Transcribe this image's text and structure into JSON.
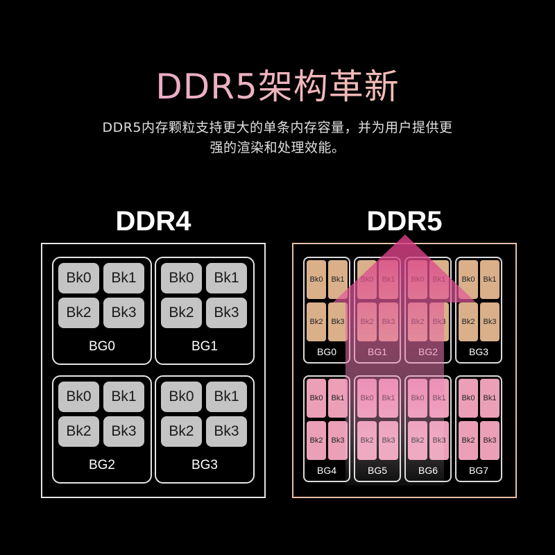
{
  "title": "DDR5架构革新",
  "subtitle_line1": "DDR5内存颗粒支持更大的单条内存容量，并为用户提供更",
  "subtitle_line2": "强的渲染和处理效能。",
  "ddr4": {
    "heading": "DDR4",
    "groups": [
      {
        "label": "BG0",
        "banks": [
          "Bk0",
          "Bk1",
          "Bk2",
          "Bk3"
        ]
      },
      {
        "label": "BG1",
        "banks": [
          "Bk0",
          "Bk1",
          "Bk2",
          "Bk3"
        ]
      },
      {
        "label": "BG2",
        "banks": [
          "Bk0",
          "Bk1",
          "Bk2",
          "Bk3"
        ]
      },
      {
        "label": "BG3",
        "banks": [
          "Bk0",
          "Bk1",
          "Bk2",
          "Bk3"
        ]
      }
    ]
  },
  "ddr5": {
    "heading": "DDR5",
    "groups": [
      {
        "label": "BG0",
        "banks": [
          "Bk0",
          "Bk1",
          "Bk2",
          "Bk3"
        ]
      },
      {
        "label": "BG1",
        "banks": [
          "Bk0",
          "Bk1",
          "Bk2",
          "Bk3"
        ]
      },
      {
        "label": "BG2",
        "banks": [
          "Bk0",
          "Bk1",
          "Bk2",
          "Bk3"
        ]
      },
      {
        "label": "BG3",
        "banks": [
          "Bk0",
          "Bk1",
          "Bk2",
          "Bk3"
        ]
      },
      {
        "label": "BG4",
        "banks": [
          "Bk0",
          "Bk1",
          "Bk2",
          "Bk3"
        ]
      },
      {
        "label": "BG5",
        "banks": [
          "Bk0",
          "Bk1",
          "Bk2",
          "Bk3"
        ]
      },
      {
        "label": "BG6",
        "banks": [
          "Bk0",
          "Bk1",
          "Bk2",
          "Bk3"
        ]
      },
      {
        "label": "BG7",
        "banks": [
          "Bk0",
          "Bk1",
          "Bk2",
          "Bk3"
        ]
      }
    ]
  },
  "colors": {
    "background": "#000000",
    "ddr4_bank": "#c4c4c4",
    "ddr5_bank_top": "#d9b08a",
    "ddr5_bank_bottom": "#eba0b8",
    "arrow": "#e04a8a"
  },
  "icons": {
    "up_arrow": "up-arrow-icon"
  }
}
